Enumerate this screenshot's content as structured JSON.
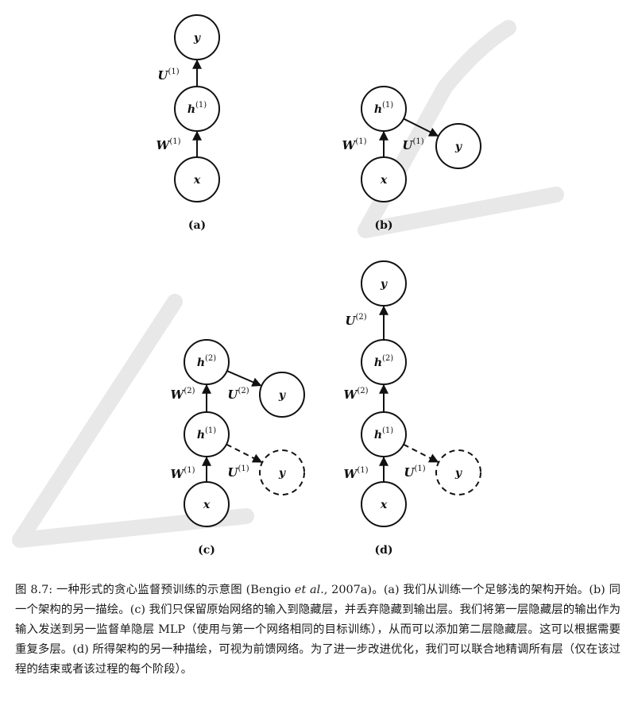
{
  "figure": {
    "panels": [
      {
        "label": "(a)",
        "nodes": [
          {
            "id": "y",
            "text": "y",
            "sup": ""
          },
          {
            "id": "h1",
            "text": "h",
            "sup": "(1)"
          },
          {
            "id": "x",
            "text": "x",
            "sup": ""
          }
        ],
        "edges": [
          {
            "from": "x",
            "to": "h1",
            "style": "solid",
            "label": "W",
            "sup": "(1)"
          },
          {
            "from": "h1",
            "to": "y",
            "style": "solid",
            "label": "U",
            "sup": "(1)"
          }
        ]
      },
      {
        "label": "(b)",
        "nodes": [
          {
            "id": "h1",
            "text": "h",
            "sup": "(1)"
          },
          {
            "id": "y",
            "text": "y",
            "sup": ""
          },
          {
            "id": "x",
            "text": "x",
            "sup": ""
          }
        ],
        "edges": [
          {
            "from": "x",
            "to": "h1",
            "style": "solid",
            "label": "W",
            "sup": "(1)"
          },
          {
            "from": "h1",
            "to": "y",
            "style": "solid",
            "label": "U",
            "sup": "(1)"
          }
        ]
      },
      {
        "label": "(c)",
        "nodes": [
          {
            "id": "h2",
            "text": "h",
            "sup": "(2)"
          },
          {
            "id": "y2",
            "text": "y",
            "sup": ""
          },
          {
            "id": "h1",
            "text": "h",
            "sup": "(1)"
          },
          {
            "id": "y1",
            "text": "y",
            "sup": "",
            "style": "dashed"
          },
          {
            "id": "x",
            "text": "x",
            "sup": ""
          }
        ],
        "edges": [
          {
            "from": "x",
            "to": "h1",
            "style": "solid",
            "label": "W",
            "sup": "(1)"
          },
          {
            "from": "h1",
            "to": "h2",
            "style": "solid",
            "label": "W",
            "sup": "(2)"
          },
          {
            "from": "h2",
            "to": "y2",
            "style": "solid",
            "label": "U",
            "sup": "(2)"
          },
          {
            "from": "h1",
            "to": "y1",
            "style": "dashed",
            "label": "U",
            "sup": "(1)"
          }
        ]
      },
      {
        "label": "(d)",
        "nodes": [
          {
            "id": "y2",
            "text": "y",
            "sup": ""
          },
          {
            "id": "h2",
            "text": "h",
            "sup": "(2)"
          },
          {
            "id": "h1",
            "text": "h",
            "sup": "(1)"
          },
          {
            "id": "y1",
            "text": "y",
            "sup": "",
            "style": "dashed"
          },
          {
            "id": "x",
            "text": "x",
            "sup": ""
          }
        ],
        "edges": [
          {
            "from": "x",
            "to": "h1",
            "style": "solid",
            "label": "W",
            "sup": "(1)"
          },
          {
            "from": "h1",
            "to": "h2",
            "style": "solid",
            "label": "W",
            "sup": "(2)"
          },
          {
            "from": "h2",
            "to": "y2",
            "style": "solid",
            "label": "U",
            "sup": "(2)"
          },
          {
            "from": "h1",
            "to": "y1",
            "style": "dashed",
            "label": "U",
            "sup": "(1)"
          }
        ]
      }
    ]
  },
  "caption": {
    "prefix": "图 8.7: 一种形式的贪心监督预训练的示意图 (Bengio ",
    "etal": "et al.",
    "suffix": ", 2007a)。(a) 我们从训练一个足够浅的架构开始。(b) 同一个架构的另一描绘。(c) 我们只保留原始网络的输入到隐藏层，并丢弃隐藏到输出层。我们将第一层隐藏层的输出作为输入发送到另一监督单隐层 MLP（使用与第一个网络相同的目标训练），从而可以添加第二层隐藏层。这可以根据需要重复多层。(d) 所得架构的另一种描绘，可视为前馈网络。为了进一步改进优化，我们可以联合地精调所有层（仅在该过程的结束或者该过程的每个阶段）。"
  }
}
